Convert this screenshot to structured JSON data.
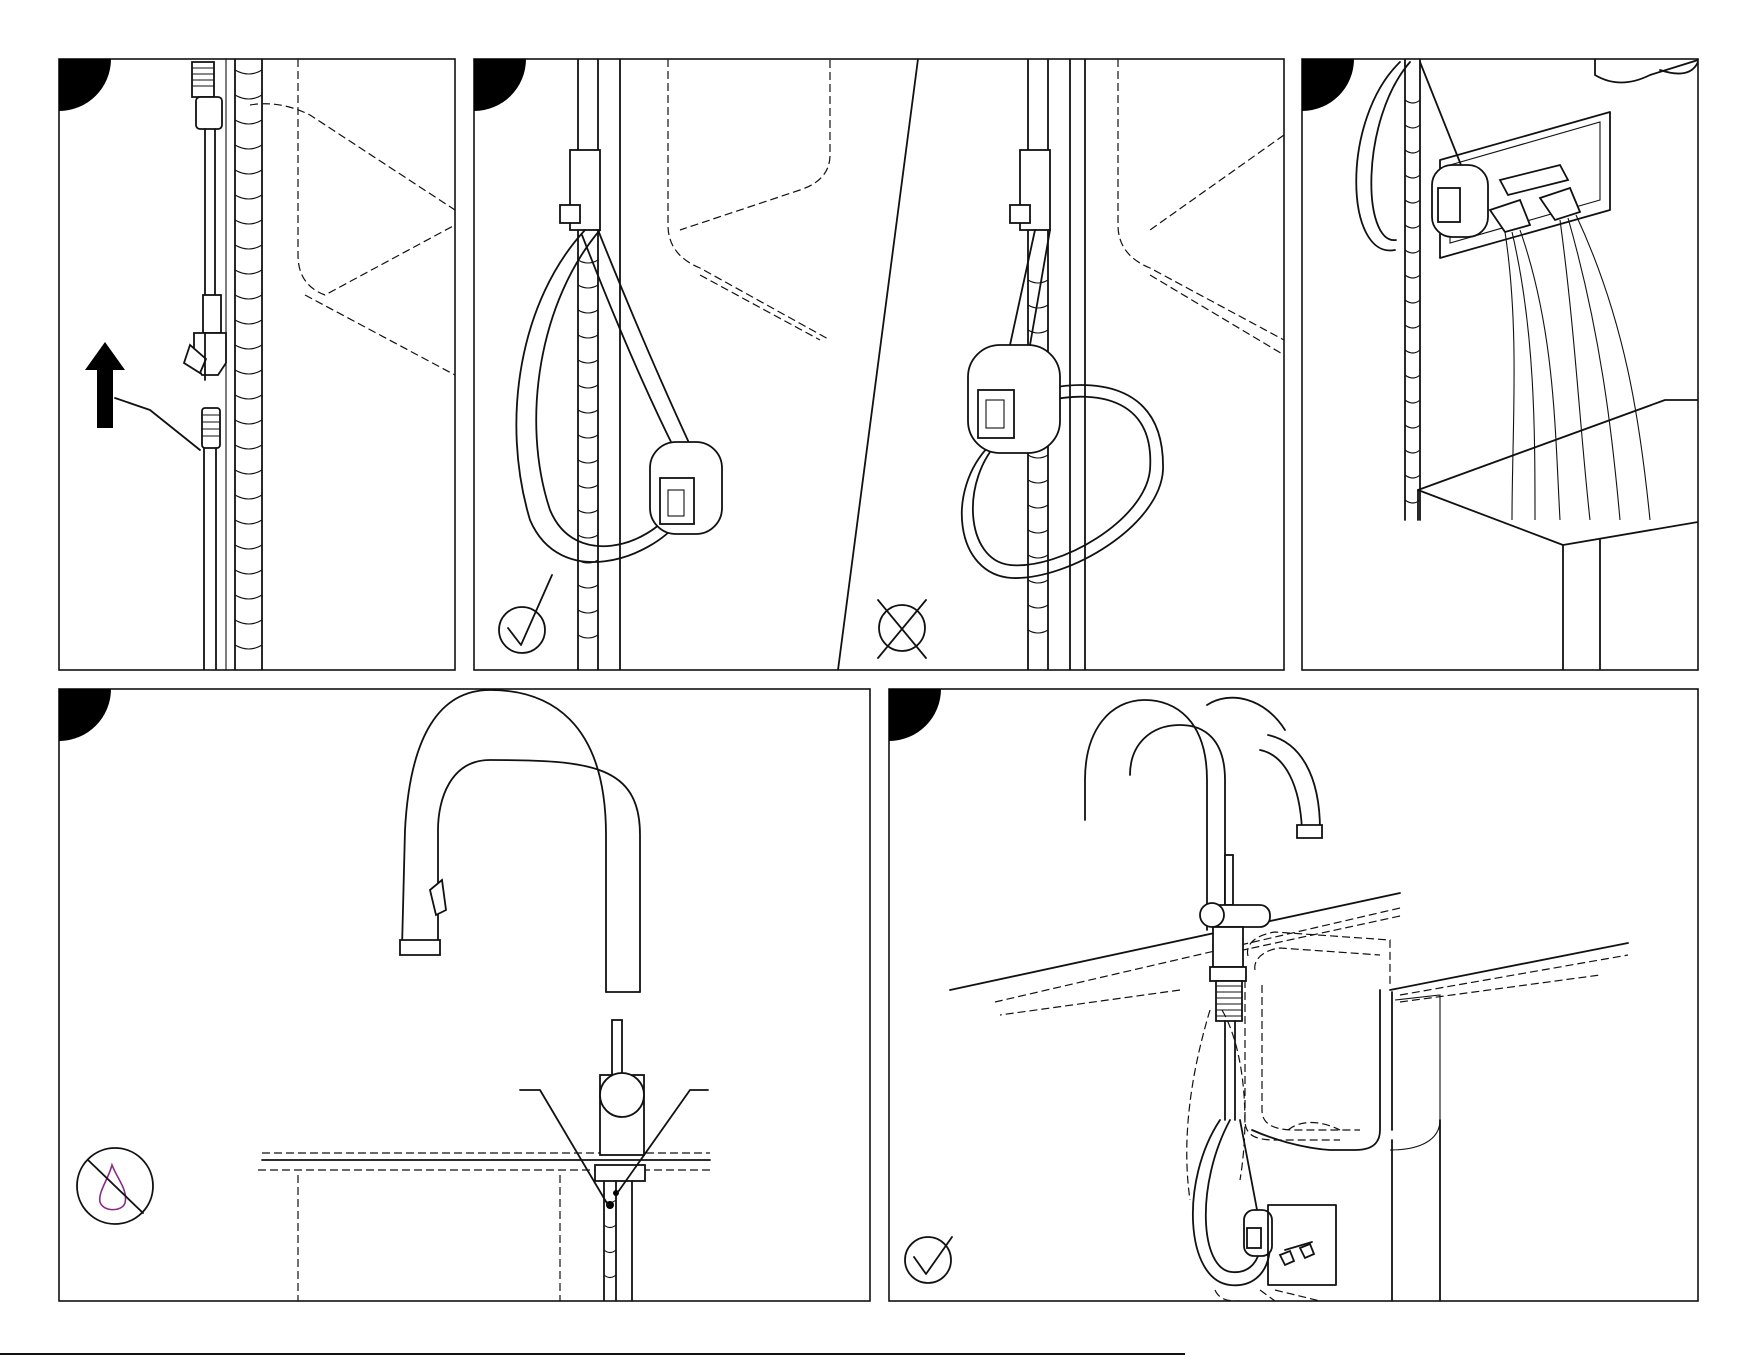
{
  "colors": {
    "line": "#111111",
    "background": "#ffffff",
    "step_tab": "#000000",
    "water_drop": "#8a2b8a"
  },
  "panels": [
    {
      "id": "p1",
      "content": "disconnect-hose"
    },
    {
      "id": "p2",
      "content": "hose-loop-correct-vs-wrong",
      "marks": [
        "check-icon",
        "cross-icon"
      ]
    },
    {
      "id": "p3",
      "content": "flush-water-lines"
    },
    {
      "id": "p4",
      "content": "no-leak-check",
      "marks": [
        "no-water-drop-icon"
      ]
    },
    {
      "id": "p5",
      "content": "finished-installation",
      "marks": [
        "check-icon"
      ]
    }
  ]
}
